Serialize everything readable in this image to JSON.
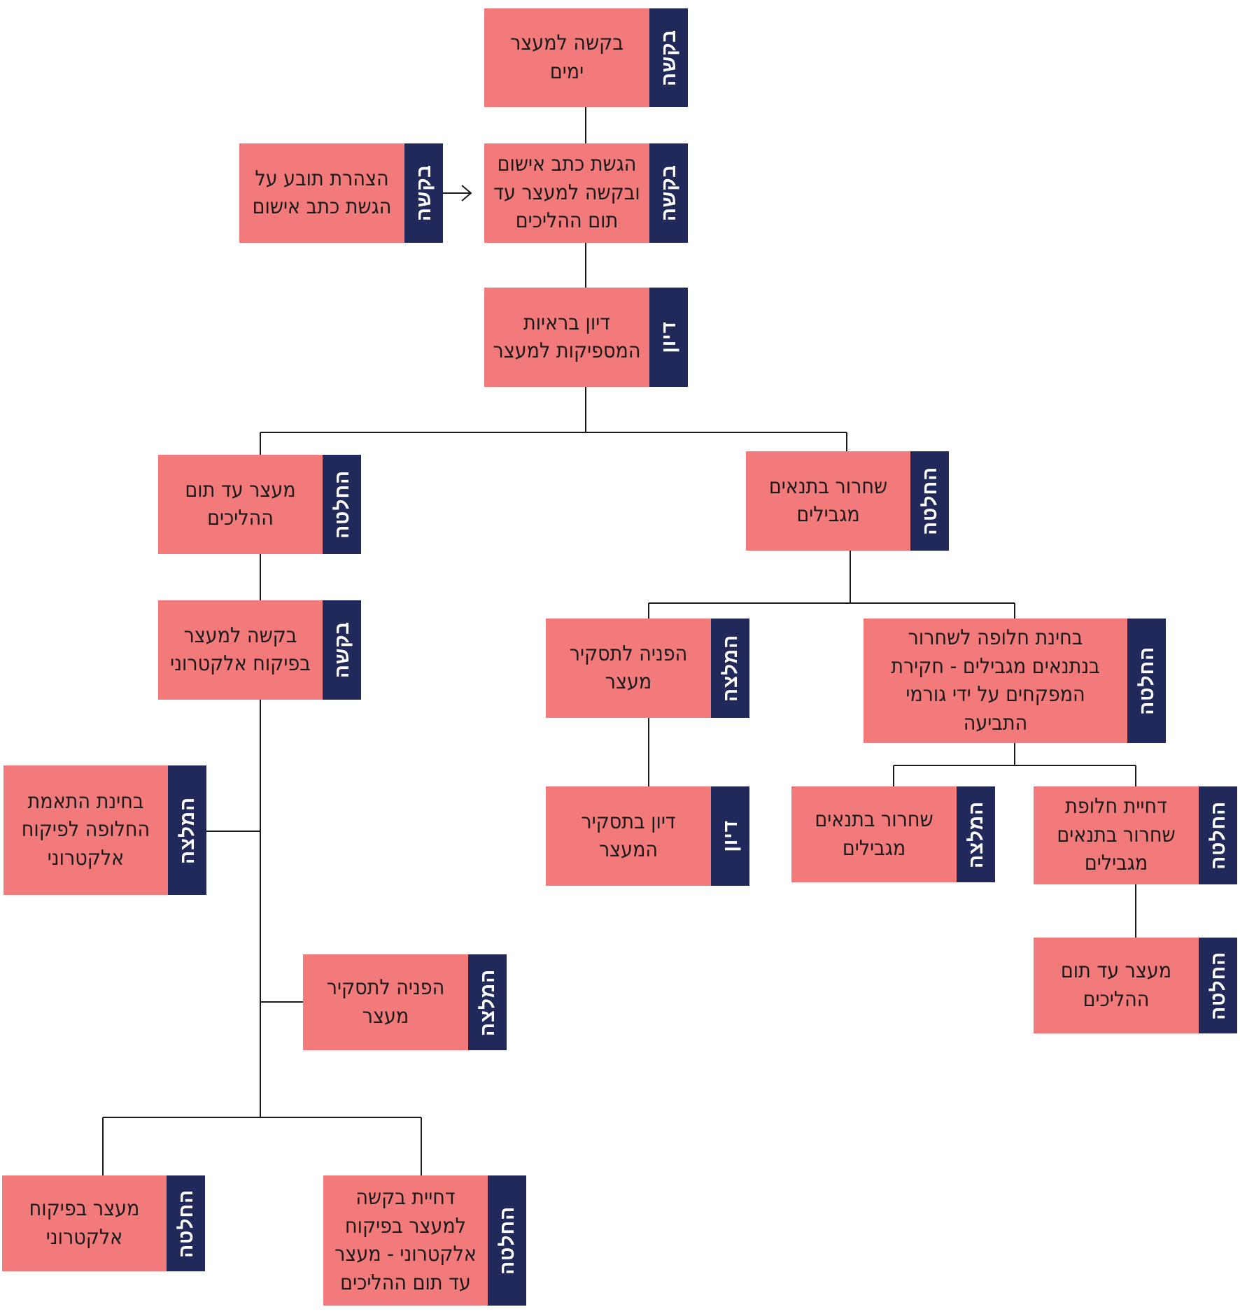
{
  "nodes": {
    "n1": {
      "tag": "בקשה",
      "text": "בקשה למעצר ימים"
    },
    "n2": {
      "tag": "בקשה",
      "text": "הגשת כתב אישום ובקשה למעצר עד תום ההליכים"
    },
    "n3": {
      "tag": "בקשה",
      "text": "הצהרת תובע על הגשת כתב אישום"
    },
    "n4": {
      "tag": "דיון",
      "text": "דיון בראיות המספיקות למעצר"
    },
    "n5": {
      "tag": "החלטה",
      "text": "מעצר עד תום ההליכים"
    },
    "n6": {
      "tag": "החלטה",
      "text": "שחרור בתנאים מגבילים"
    },
    "n7": {
      "tag": "בקשה",
      "text": "בקשה למעצר בפיקוח אלקטרוני"
    },
    "n8": {
      "tag": "המלצה",
      "text": "הפניה לתסקיר מעצר"
    },
    "n9": {
      "tag": "החלטה",
      "text": "בחינת חלופה לשחרור בנתנאים מגבילים - חקירת המפקחים על ידי גורמי התביעה"
    },
    "n10": {
      "tag": "המלצה",
      "text": "בחינת התאמת החלופה לפיקוח אלקטרוני"
    },
    "n11": {
      "tag": "דיון",
      "text": "דיון בתסקיר המעצר"
    },
    "n12": {
      "tag": "המלצה",
      "text": "שחרור בתנאים מגבילים"
    },
    "n13": {
      "tag": "החלטה",
      "text": "דחיית חלופת שחרור בתנאים מגבילים"
    },
    "n14": {
      "tag": "המלצה",
      "text": "הפניה לתסקיר מעצר"
    },
    "n15": {
      "tag": "החלטה",
      "text": "מעצר עד תום ההליכים"
    },
    "n16": {
      "tag": "החלטה",
      "text": "מעצר בפיקוח אלקטרוני"
    },
    "n17": {
      "tag": "החלטה",
      "text": "דחיית בקשה למעצר בפיקוח אלקטרוני - מעצר עד תום ההליכים"
    }
  },
  "colors": {
    "box": "#f27a7a",
    "tag": "#20295a",
    "line": "#1a1a1a"
  }
}
